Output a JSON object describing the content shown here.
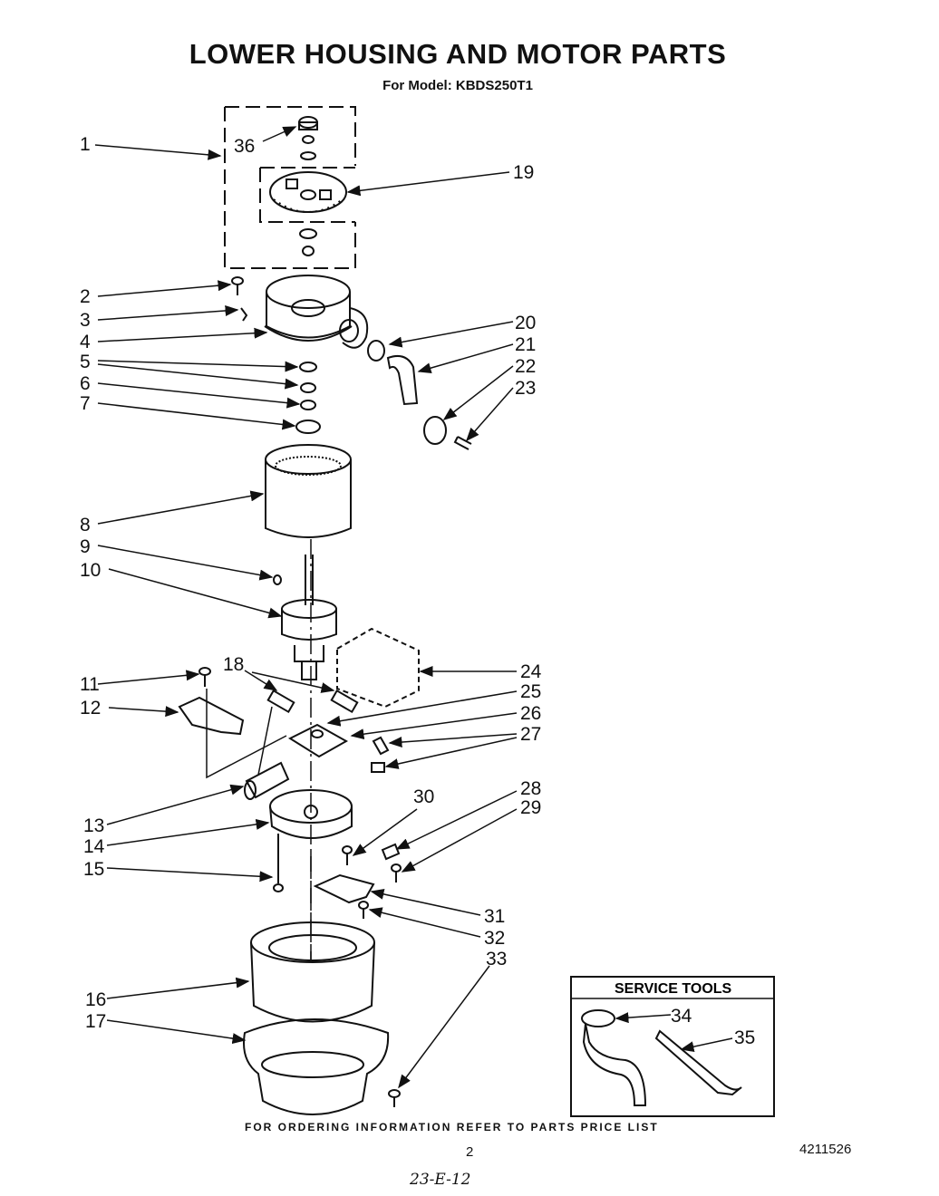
{
  "title": "LOWER HOUSING AND MOTOR PARTS",
  "subtitle": "For Model: KBDS250T1",
  "service_tools": {
    "title": "SERVICE TOOLS"
  },
  "callouts": {
    "c1": "1",
    "c2": "2",
    "c3": "3",
    "c4": "4",
    "c5": "5",
    "c6": "6",
    "c7": "7",
    "c8": "8",
    "c9": "9",
    "c10": "10",
    "c11": "11",
    "c12": "12",
    "c13": "13",
    "c14": "14",
    "c15": "15",
    "c16": "16",
    "c17": "17",
    "c18": "18",
    "c19": "19",
    "c20": "20",
    "c21": "21",
    "c22": "22",
    "c23": "23",
    "c24": "24",
    "c25": "25",
    "c26": "26",
    "c27": "27",
    "c28": "28",
    "c29": "29",
    "c30": "30",
    "c31": "31",
    "c32": "32",
    "c33": "33",
    "c34": "34",
    "c35": "35",
    "c36": "36"
  },
  "footer": "FOR ORDERING INFORMATION REFER TO PARTS PRICE LIST",
  "page_number": "2",
  "document_number": "4211526",
  "handwritten_note": "23-E-12"
}
